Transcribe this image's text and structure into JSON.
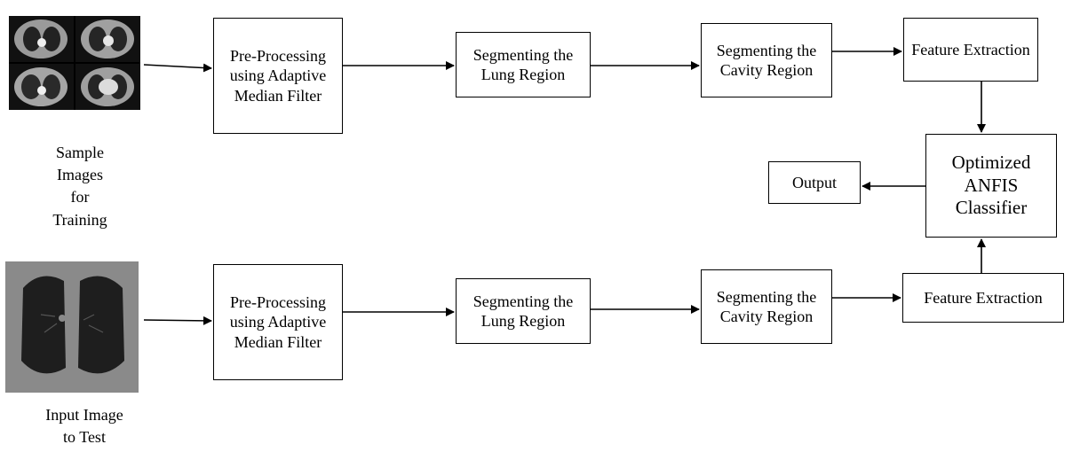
{
  "diagram": {
    "training_row": {
      "preprocessing": "Pre-Processing using Adaptive Median Filter",
      "lung_segmentation": "Segmenting the Lung Region",
      "cavity_segmentation": "Segmenting the Cavity Region",
      "feature_extraction": "Feature Extraction"
    },
    "testing_row": {
      "preprocessing": "Pre-Processing using Adaptive Median Filter",
      "lung_segmentation": "Segmenting the Lung Region",
      "cavity_segmentation": "Segmenting the Cavity Region",
      "feature_extraction": "Feature Extraction"
    },
    "classifier": "Optimized ANFIS Classifier",
    "output": "Output",
    "training_caption": "Sample\nImages\nfor\nTraining",
    "testing_caption": "Input Image\nto Test"
  }
}
